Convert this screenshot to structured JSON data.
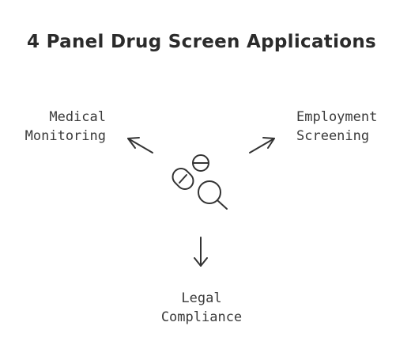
{
  "title": "4 Panel Drug Screen Applications",
  "nodes": {
    "medical": {
      "line1": "Medical",
      "line2": "Monitoring"
    },
    "employment": {
      "line1": "Employment",
      "line2": "Screening"
    },
    "legal": {
      "line1": "Legal",
      "line2": "Compliance"
    }
  },
  "center_icon": "pills-magnifier-icon",
  "stroke_color": "#333333"
}
